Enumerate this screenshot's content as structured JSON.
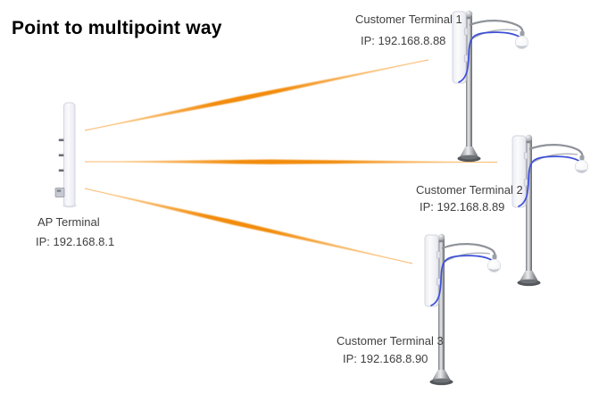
{
  "title": "Point to multipoint way",
  "ap_terminal": {
    "label": "AP Terminal",
    "ip": "IP: 192.168.8.1"
  },
  "customer_terminals": [
    {
      "label": "Customer Terminal 1",
      "ip": "IP: 192.168.8.88"
    },
    {
      "label": "Customer Terminal 2",
      "ip": "IP: 192.168.8.89"
    },
    {
      "label": "Customer Terminal 3",
      "ip": "IP: 192.168.8.90"
    }
  ],
  "links": [
    {
      "from": "AP Terminal",
      "to": "Customer Terminal 1"
    },
    {
      "from": "AP Terminal",
      "to": "Customer Terminal 2"
    },
    {
      "from": "AP Terminal",
      "to": "Customer Terminal 3"
    }
  ],
  "graphics": {
    "ap_device": "sector-antenna-panel",
    "terminal_device": "street-pole-cctv-camera-with-cpe-panel"
  },
  "colors": {
    "beam_orange": "#F28C0D",
    "cable_blue": "#3C4FD8",
    "label_text": "#3F3F3F",
    "title_text": "#000000",
    "background": "#FFFFFF"
  }
}
